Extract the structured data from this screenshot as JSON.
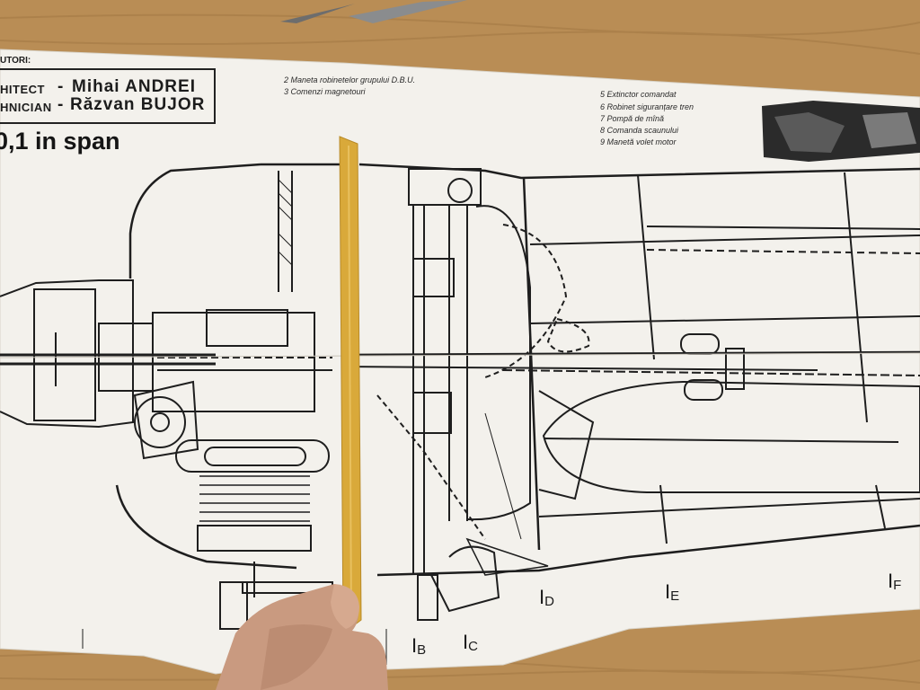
{
  "credits": {
    "authors_label": "UTORI:",
    "architect_role": "HITECT",
    "architect_name": "Mihai ANDREI",
    "technician_role": "HNICIAN",
    "technician_name": "Răzvan BUJOR",
    "dash": "-"
  },
  "span_label": "0,1 in span",
  "legend_left": [
    "2 Maneta robinetelor grupului D.B.U.",
    "3 Comenzi magnetouri"
  ],
  "legend_right": [
    "5 Extinctor comandat",
    "6 Robinet siguranțare tren",
    "7 Pompă de mînă",
    "8 Comanda scaunului",
    "9 Manetă volet motor"
  ],
  "stations": [
    {
      "letter": "I",
      "sub": "B"
    },
    {
      "letter": "I",
      "sub": "C"
    },
    {
      "letter": "I",
      "sub": "D"
    },
    {
      "letter": "I",
      "sub": "E"
    },
    {
      "letter": "I",
      "sub": "F"
    }
  ],
  "colors": {
    "table_wood": "#b98d55",
    "paper": "#f3f1ec",
    "ink": "#1e1e1e",
    "ruler_yellow": "#d9a93a",
    "skin": "#c99a80"
  }
}
